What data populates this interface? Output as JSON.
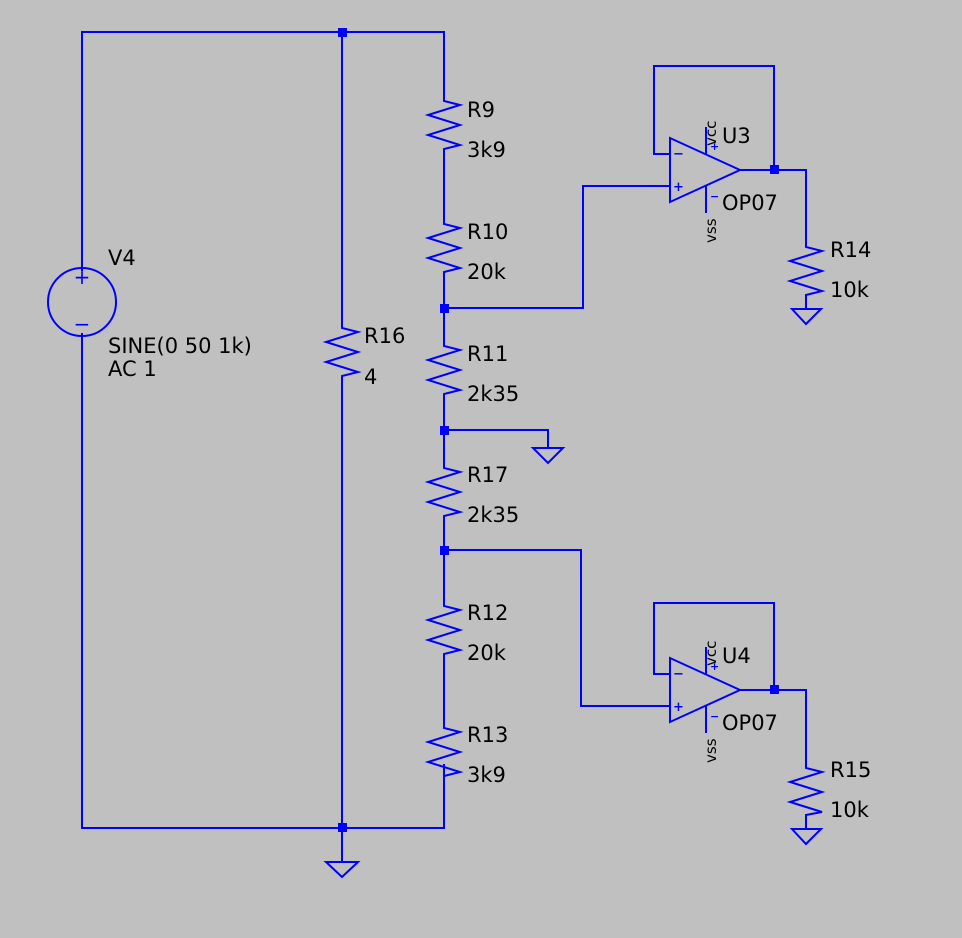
{
  "colors": {
    "background": "#c0c0c0",
    "wire": "#0000ff",
    "text": "#000000"
  },
  "source": {
    "name": "V4",
    "value": "SINE(0 50 1k)",
    "ac": "AC 1",
    "plus": "+",
    "minus": "−"
  },
  "resistors": {
    "r9": {
      "name": "R9",
      "value": "3k9"
    },
    "r10": {
      "name": "R10",
      "value": "20k"
    },
    "r11": {
      "name": "R11",
      "value": "2k35"
    },
    "r17": {
      "name": "R17",
      "value": "2k35"
    },
    "r12": {
      "name": "R12",
      "value": "20k"
    },
    "r13": {
      "name": "R13",
      "value": "3k9"
    },
    "r16": {
      "name": "R16",
      "value": "4"
    },
    "r14": {
      "name": "R14",
      "value": "10k"
    },
    "r15": {
      "name": "R15",
      "value": "10k"
    }
  },
  "opamps": {
    "u3": {
      "name": "U3",
      "model": "OP07",
      "vcc": "vcc",
      "vss": "vss",
      "plus": "+",
      "minus": "−"
    },
    "u4": {
      "name": "U4",
      "model": "OP07",
      "vcc": "vcc",
      "vss": "vss",
      "plus": "+",
      "minus": "−"
    }
  }
}
